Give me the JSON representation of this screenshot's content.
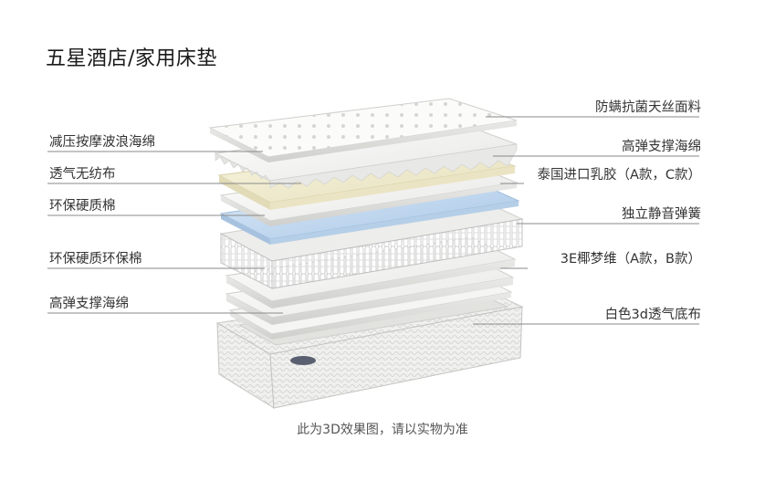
{
  "title": "五星酒店/家用床垫",
  "left_labels": [
    "减压按摩波浪海绵",
    "透气无纺布",
    "环保硬质棉",
    "环保硬质环保棉",
    "高弹支撑海绵"
  ],
  "right_labels": [
    "防螨抗菌天丝面料",
    "高弹支撑海绵",
    "泰国进口乳胶（A款，C款）",
    "独立静音弹簧",
    "3E椰梦维（A款，B款）",
    "白色3d透气底布"
  ],
  "caption": "此为3D效果图，请以实物为准",
  "colors": {
    "foam": "#f4f4f2",
    "latex": "#f2eed4",
    "blue_layer": "#c9ddf2",
    "leader_line": "#8a8a8a"
  }
}
